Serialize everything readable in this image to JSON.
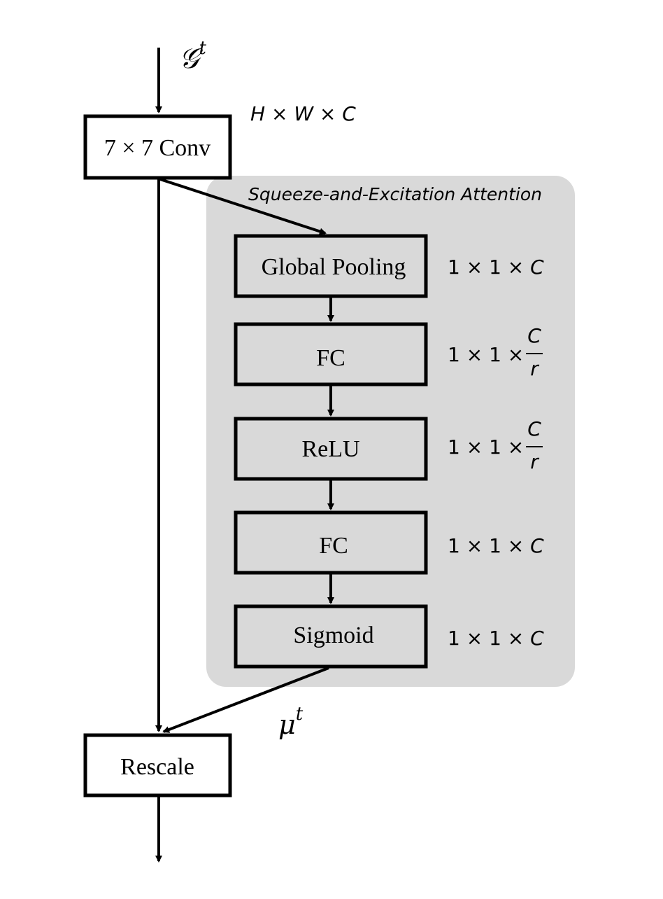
{
  "input_label": "𝒢",
  "input_sup": "t",
  "conv": {
    "label": "7 × 7 Conv",
    "dims": "H × W × C"
  },
  "se": {
    "title": "Squeeze-and-Excitation Attention",
    "blocks": [
      {
        "label": "Global Pooling",
        "dim_prefix": "1 × 1 × ",
        "dim_var": "C",
        "frac": false
      },
      {
        "label": "FC",
        "dim_prefix": "1 × 1 ×",
        "dim_var": "C",
        "dim_den": "r",
        "frac": true
      },
      {
        "label": "ReLU",
        "dim_prefix": "1 × 1 ×",
        "dim_var": "C",
        "dim_den": "r",
        "frac": true
      },
      {
        "label": "FC",
        "dim_prefix": "1 × 1 × ",
        "dim_var": "C",
        "frac": false
      },
      {
        "label": "Sigmoid",
        "dim_prefix": "1 × 1 × ",
        "dim_var": "C",
        "frac": false
      }
    ]
  },
  "mu_label": "μ",
  "mu_sup": "t",
  "rescale": {
    "label": "Rescale"
  },
  "colors": {
    "panel": "#d9d9d9",
    "stroke": "#000000"
  }
}
